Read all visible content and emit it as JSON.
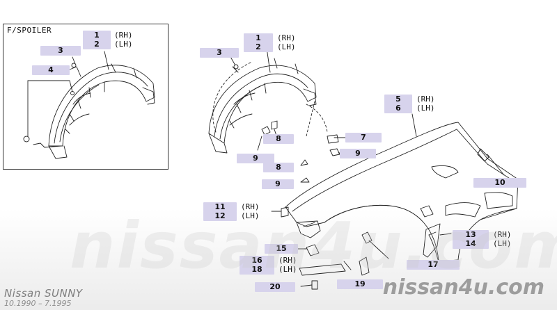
{
  "diagram": {
    "inset_label": "F/SPOILER",
    "callouts": [
      {
        "id": "i1",
        "text": "1",
        "side": "(RH)"
      },
      {
        "id": "i2",
        "text": "2",
        "side": "(LH)"
      },
      {
        "id": "i3",
        "text": "3",
        "side": ""
      },
      {
        "id": "i4",
        "text": "4",
        "side": ""
      },
      {
        "id": "m1",
        "text": "1",
        "side": "(RH)"
      },
      {
        "id": "m2",
        "text": "2",
        "side": "(LH)"
      },
      {
        "id": "m3",
        "text": "3",
        "side": ""
      },
      {
        "id": "m5",
        "text": "5",
        "side": "(RH)"
      },
      {
        "id": "m6",
        "text": "6",
        "side": "(LH)"
      },
      {
        "id": "m7",
        "text": "7",
        "side": ""
      },
      {
        "id": "m8a",
        "text": "8",
        "side": ""
      },
      {
        "id": "m9a",
        "text": "9",
        "side": ""
      },
      {
        "id": "m9b",
        "text": "9",
        "side": ""
      },
      {
        "id": "m8b",
        "text": "8",
        "side": ""
      },
      {
        "id": "m9c",
        "text": "9",
        "side": ""
      },
      {
        "id": "m10",
        "text": "10",
        "side": ""
      },
      {
        "id": "m11",
        "text": "11",
        "side": "(RH)"
      },
      {
        "id": "m12",
        "text": "12",
        "side": "(LH)"
      },
      {
        "id": "m13",
        "text": "13",
        "side": "(RH)"
      },
      {
        "id": "m14",
        "text": "14",
        "side": "(LH)"
      },
      {
        "id": "m15",
        "text": "15",
        "side": ""
      },
      {
        "id": "m16",
        "text": "16",
        "side": "(RH)"
      },
      {
        "id": "m18",
        "text": "18",
        "side": "(LH)"
      },
      {
        "id": "m17",
        "text": "17",
        "side": ""
      },
      {
        "id": "m19",
        "text": "19",
        "side": ""
      },
      {
        "id": "m20",
        "text": "20",
        "side": ""
      }
    ]
  },
  "watermark": {
    "big": "nissan4u.com",
    "small": "nissan4u.com"
  },
  "footer": {
    "title": "Nissan SUNNY",
    "date": "10.1990 – 7.1995"
  },
  "colors": {
    "callout_bg": "#d7d3ec",
    "line": "#222222",
    "watermark": "#9d9d9d"
  }
}
